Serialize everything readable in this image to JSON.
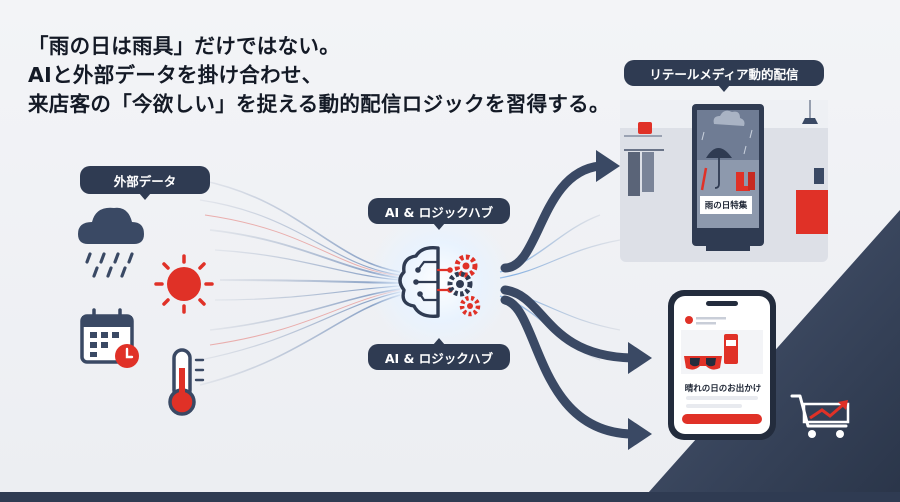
{
  "headline": {
    "line1": "「雨の日は雨具」だけではない。",
    "line2": "AIと外部データを掛け合わせ、",
    "line3": "来店客の「今欲しい」を捉える動的配信ロジックを習得する。"
  },
  "labels": {
    "external_data": "外部データ",
    "hub_top": "AI & ロジックハブ",
    "hub_bottom": "AI & ロジックハブ",
    "retail_media": "リテールメディア動的配信"
  },
  "signage": {
    "text": "雨の日特集"
  },
  "phone": {
    "text": "晴れの日のお出かけ"
  },
  "colors": {
    "accent": "#e03127",
    "navy": "#2f3b52",
    "arrow": "#3a4964"
  },
  "icons": [
    "rain-cloud-icon",
    "sun-icon",
    "calendar-clock-icon",
    "thermometer-icon",
    "brain-gear-icon",
    "umbrella-icon",
    "sunglasses-icon",
    "cart-icon"
  ]
}
